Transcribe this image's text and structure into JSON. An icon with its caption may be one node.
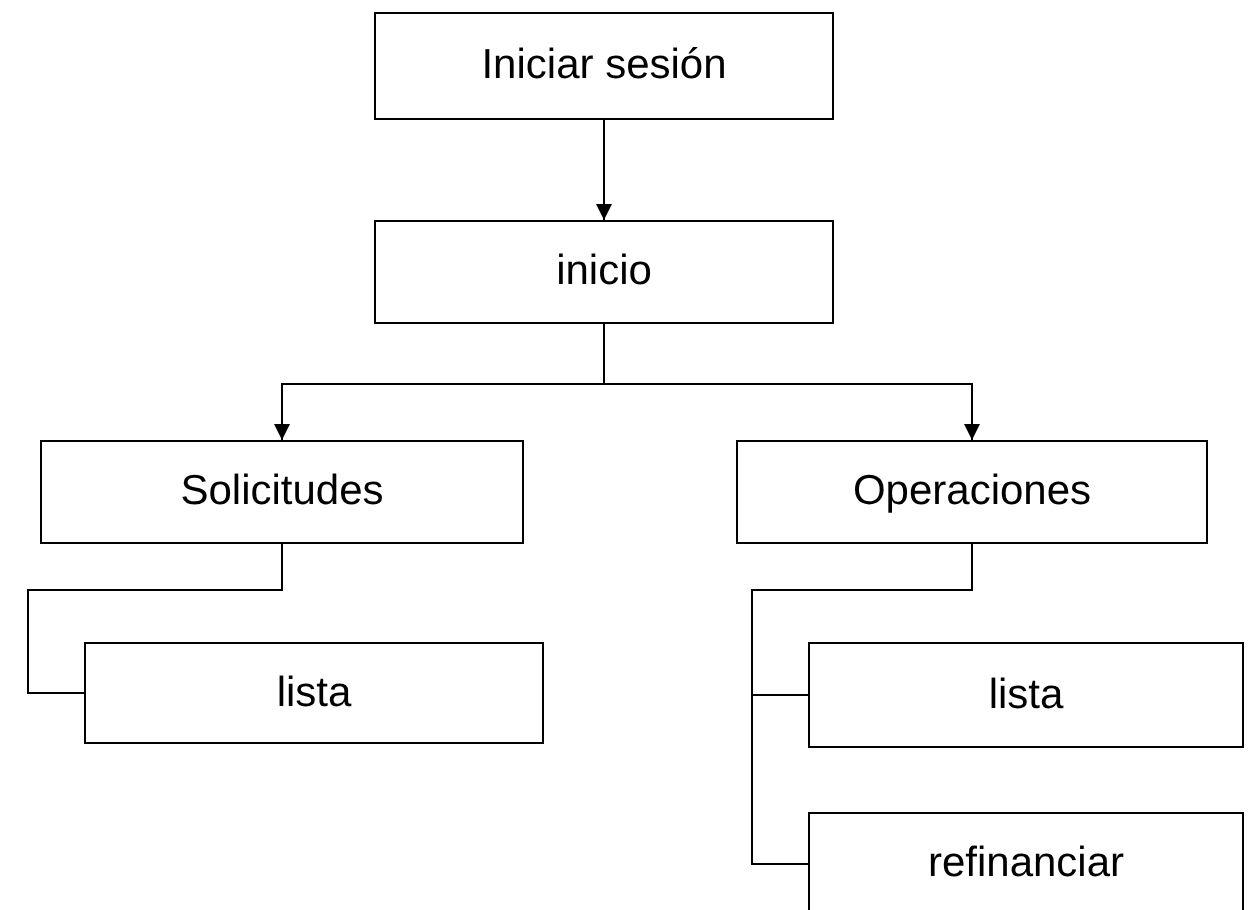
{
  "diagram": {
    "nodes": [
      {
        "text": [
          "Iniciar sesión"
        ]
      },
      {
        "text": [
          "inicio"
        ]
      },
      {
        "text": [
          "Solicitudes"
        ]
      },
      {
        "text": [
          "Operaciones"
        ]
      },
      {
        "text": [
          "lista"
        ]
      },
      {
        "text": [
          "lista"
        ]
      },
      {
        "text": [
          "refinanciar"
        ]
      }
    ],
    "edges": [
      {
        "from": 0,
        "to": 1,
        "arrow": "to"
      },
      {
        "from": 1,
        "to": 2,
        "arrow": "to"
      },
      {
        "from": 1,
        "to": 3,
        "arrow": "to"
      },
      {
        "from": 2,
        "to": 4,
        "arrow": "none"
      },
      {
        "from": 3,
        "to": 5,
        "arrow": "none"
      },
      {
        "from": 3,
        "to": 6,
        "arrow": "none"
      }
    ]
  }
}
